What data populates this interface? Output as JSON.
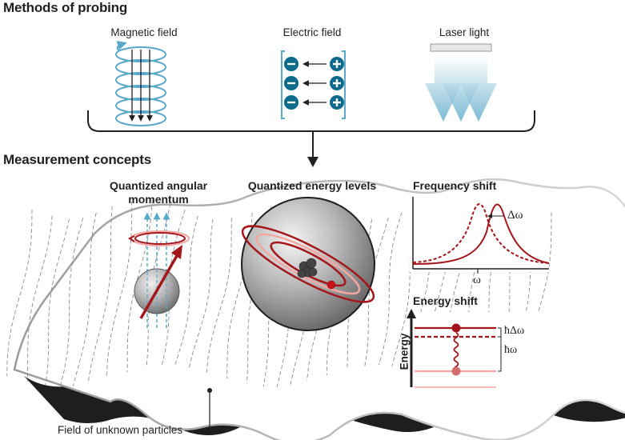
{
  "headers": {
    "methods": "Methods of probing",
    "concepts": "Measurement concepts"
  },
  "probes": [
    {
      "label": "Magnetic field",
      "icon": "magnetic-field-icon"
    },
    {
      "label": "Electric field",
      "icon": "electric-field-icon"
    },
    {
      "label": "Laser light",
      "icon": "laser-light-icon"
    }
  ],
  "concepts": {
    "angular": "Quantized angular momentum",
    "angular_line1": "Quantized angular",
    "angular_line2": "momentum",
    "energy_levels": "Quantized energy levels",
    "frequency_shift": "Frequency shift",
    "energy_shift": "Energy shift"
  },
  "frequency_chart": {
    "delta_label": "Δω",
    "x_label": "ω"
  },
  "energy_chart": {
    "y_label": "Energy",
    "shift_label": "ħΔω",
    "gap_label": "ħω"
  },
  "field_label": "Field of unknown particles",
  "colors": {
    "probe_blue": "#4a9fc4",
    "charge_teal": "#0e6a8a",
    "dark_red": "#a3161b",
    "pink": "#f2a7a2",
    "grey_sphere": "#9a9a9a"
  }
}
